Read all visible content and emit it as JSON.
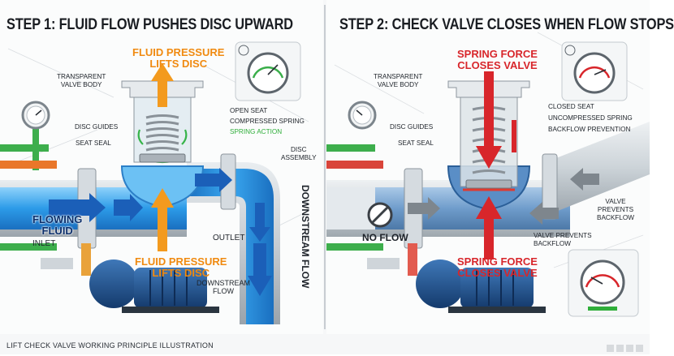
{
  "left_panel": {
    "title": "STEP 1: FLUID FLOW PUSHES DISC UPWARD",
    "top_callout": "FLUID PRESSURE\nLIFTS DISC",
    "bottom_callout": "FLUID PRESSURE\nLIFTS DISC",
    "labels": {
      "valve_body": "TRANSPARENT\nVALVE BODY",
      "open_seat": "OPEN SEAT",
      "compressed_spring": "COMPRESSED SPRING",
      "spring_action": "SPRING ACTION",
      "disc_guides": "DISC GUIDES",
      "seat_seal": "SEAT SEAL",
      "disc_assembly": "DISC\nASSEMBLY",
      "flowing_fluid": "FLOWING\nFLUID",
      "inlet": "INLET",
      "outlet": "OUTLET",
      "downstream_flow_vertical": "DOWNSTREAM FLOW",
      "downstream_flow": "DOWNSTREAM\nFLOW"
    }
  },
  "right_panel": {
    "title": "STEP 2: CHECK VALVE CLOSES WHEN FLOW STOPS",
    "top_callout": "SPRING FORCE\nCLOSES VALVE",
    "bottom_callout": "SPRING FORCE\nCLOSES VALVE",
    "labels": {
      "valve_body": "TRANSPARENT\nVALVE BODY",
      "closed_seat": "CLOSED SEAT",
      "uncompressed_spring": "UNCOMPRESSED SPRING",
      "backflow_prevention": "BACKFLOW PREVENTION",
      "disc_guides": "DISC GUIDES",
      "seat_seal": "SEAT SEAL",
      "valve_prevents_backflow_right": "VALVE\nPREVENTS\nBACKFLOW",
      "valve_prevents_backflow": "VALVE PREVENTS\nBACKFLOW",
      "no_flow": "NO FLOW"
    }
  },
  "caption": "LIFT CHECK VALVE WORKING PRINCIPLE ILLUSTRATION",
  "gauges": {
    "left_top": "P",
    "right_top": "P",
    "right_bottom": "P"
  },
  "colors": {
    "water": "#2f9be8",
    "water_light": "#9fd6f8",
    "orange_arrow": "#f39a1e",
    "red_arrow": "#d8262b",
    "green_spring": "#37b44a",
    "pipe_gray": "#c9d0d6",
    "pump_blue": "#1d4f8f"
  }
}
